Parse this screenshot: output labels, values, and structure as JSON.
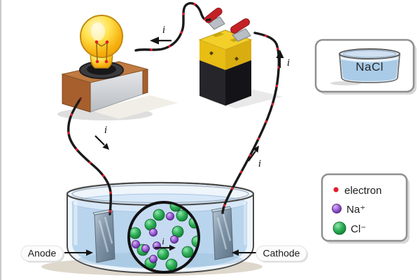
{
  "labels": {
    "current_symbol": "i",
    "anode": "Anode",
    "cathode": "Cathode",
    "sample": "NaCl"
  },
  "legend": {
    "items": [
      {
        "name": "electron",
        "label": "electron",
        "color": "#e41d2c"
      },
      {
        "name": "sodium-ion",
        "label": "Na⁺",
        "color": "#7a36b5"
      },
      {
        "name": "chloride-ion",
        "label": "Cl⁻",
        "color": "#1d9e43"
      }
    ]
  },
  "magnifier": {
    "cl_ions": [
      [
        249,
        294
      ],
      [
        225,
        307
      ],
      [
        258,
        308
      ],
      [
        276,
        318
      ],
      [
        213,
        321
      ],
      [
        252,
        331
      ],
      [
        191,
        333
      ],
      [
        280,
        345
      ],
      [
        202,
        357
      ],
      [
        266,
        360
      ],
      [
        231,
        363
      ],
      [
        243,
        378
      ],
      [
        213,
        376
      ]
    ],
    "na_ions": [
      [
        241,
        309
      ],
      [
        217,
        332
      ],
      [
        192,
        349
      ],
      [
        206,
        355
      ],
      [
        222,
        351
      ],
      [
        217,
        370
      ],
      [
        247,
        342
      ]
    ]
  },
  "colors": {
    "wire": "#1a1a1a",
    "electron_dot": "#e41d2c",
    "liquid": "#b9d5ed",
    "bulb_glow": "#ffd84d",
    "battery_yellow": "#efc517",
    "battery_black": "#222226",
    "copper_stand": "#b06a35"
  }
}
